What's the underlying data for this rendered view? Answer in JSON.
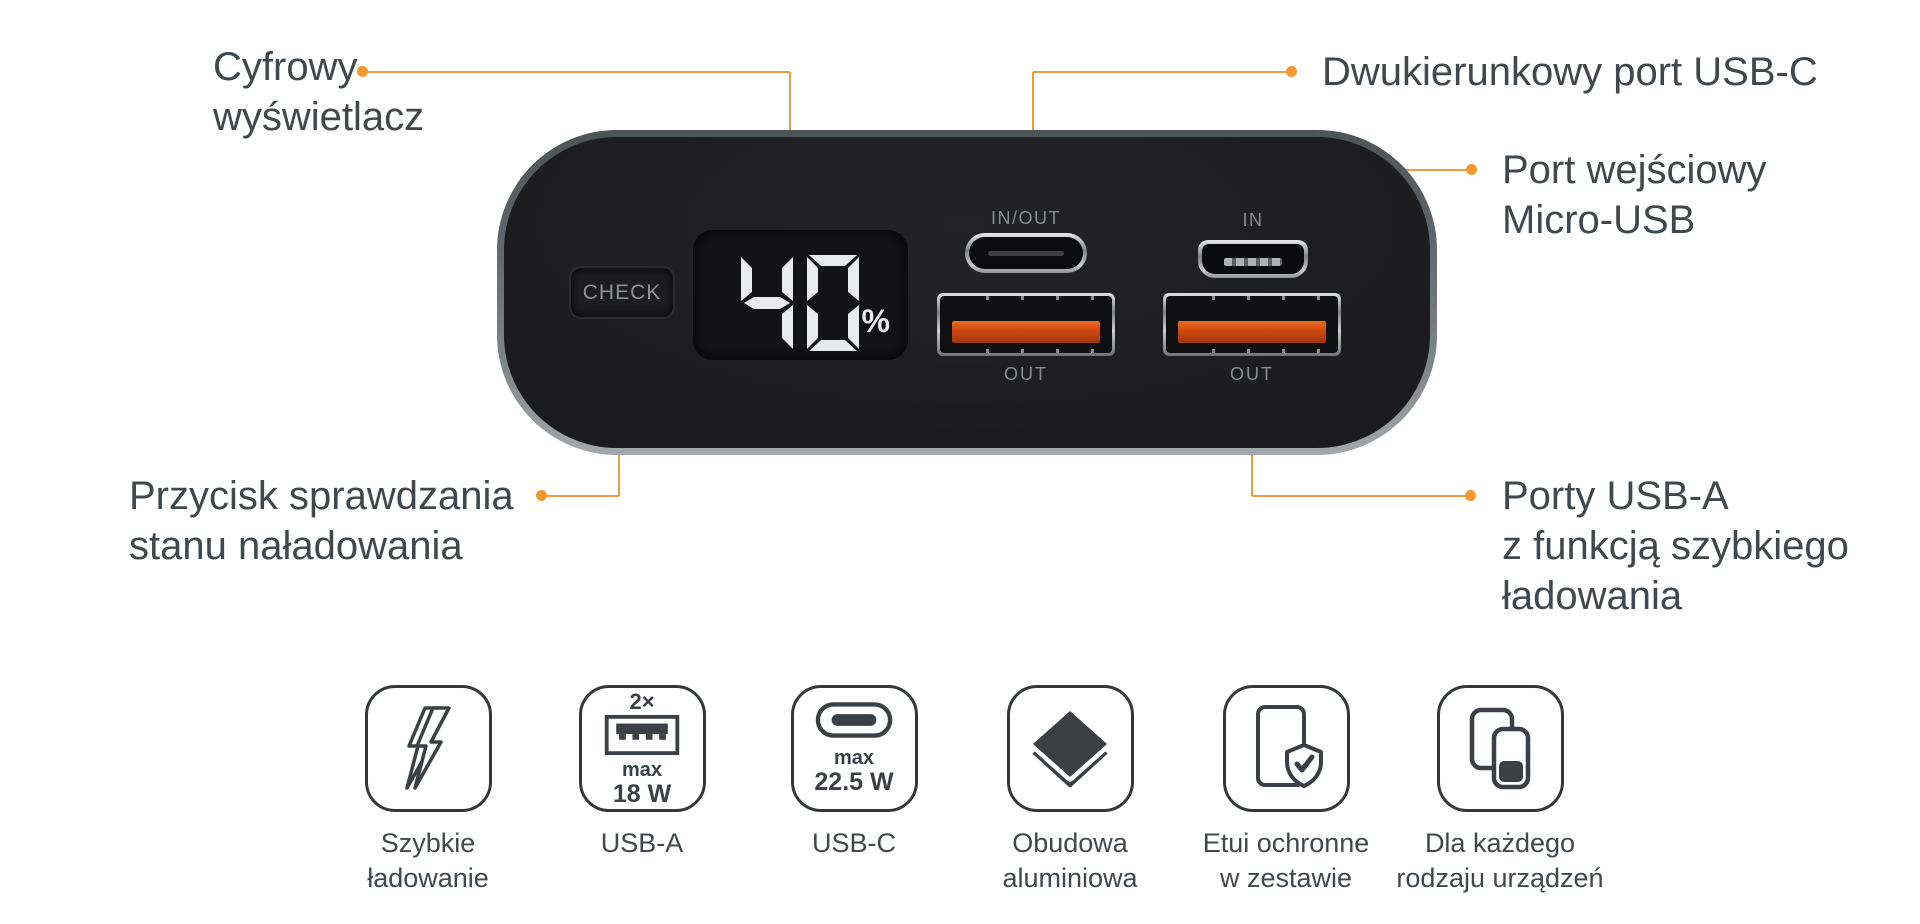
{
  "colors": {
    "accent_line": "#EE9C41",
    "accent_dot": "#F5982D",
    "text": "#42474B",
    "icon_stroke": "#3C4044",
    "usb_tongue_orange": "#D14B10",
    "device_body": "#1B1B1D"
  },
  "callouts": {
    "display": {
      "lines": [
        "Cyfrowy",
        "wyświetlacz"
      ]
    },
    "usbc": {
      "lines": [
        "Dwukierunkowy port USB-C"
      ]
    },
    "micro": {
      "lines": [
        "Port wejściowy",
        "Micro-USB"
      ]
    },
    "check": {
      "lines": [
        "Przycisk sprawdzania",
        "stanu naładowania"
      ]
    },
    "usba": {
      "lines": [
        "Porty USB-A",
        "z funkcją szybkiego",
        "ładowania"
      ]
    }
  },
  "device": {
    "check_button": "CHECK",
    "display": {
      "percent_value": "40",
      "percent_sign": "%"
    },
    "ports": {
      "usbc": "IN/OUT",
      "micro": "IN",
      "usba1": "OUT",
      "usba2": "OUT"
    }
  },
  "features": [
    {
      "label1": "Szybkie",
      "label2": "ładowanie"
    },
    {
      "badge": "2×",
      "max_label": "max",
      "max_value": "18 W",
      "label1": "USB-A",
      "label2": ""
    },
    {
      "max_label": "max",
      "max_value": "22.5 W",
      "label1": "USB-C",
      "label2": ""
    },
    {
      "label1": "Obudowa",
      "label2": "aluminiowa"
    },
    {
      "label1": "Etui ochronne",
      "label2": "w zestawie"
    },
    {
      "label1": "Dla każdego",
      "label2": "rodzaju urządzeń"
    }
  ]
}
